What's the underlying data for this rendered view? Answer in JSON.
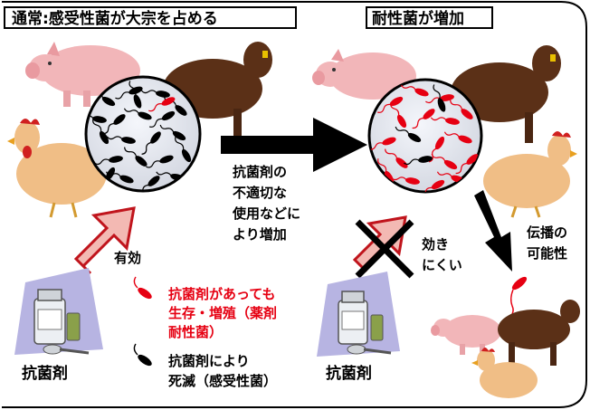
{
  "left_panel": {
    "title": "通常:感受性菌が大宗を占める",
    "effect_label": "有効",
    "drug_label": "抗菌剤"
  },
  "right_panel": {
    "title": "耐性菌が増加",
    "weak_effect_label": [
      "効き",
      "にくい"
    ],
    "drug_label": "抗菌剤",
    "spread_label": [
      "伝播の",
      "可能性"
    ]
  },
  "middle_arrow_label": [
    "抗菌剤の",
    "不適切な",
    "使用などに",
    "より増加"
  ],
  "legend": {
    "resistant": [
      "抗菌剤があっても",
      "生存・増殖（薬剤",
      "耐性菌）"
    ],
    "susceptible": [
      "抗菌剤により",
      "死滅（感受性菌）"
    ]
  },
  "colors": {
    "resistant_bacteria": "#e60012",
    "susceptible_bacteria": "#000000",
    "effective_arrow_fill": "#f3b9b3",
    "effective_arrow_stroke": "#c0141c",
    "pig": "#f2b6b9",
    "cow": "#5b3017",
    "chicken": "#f0be86"
  }
}
